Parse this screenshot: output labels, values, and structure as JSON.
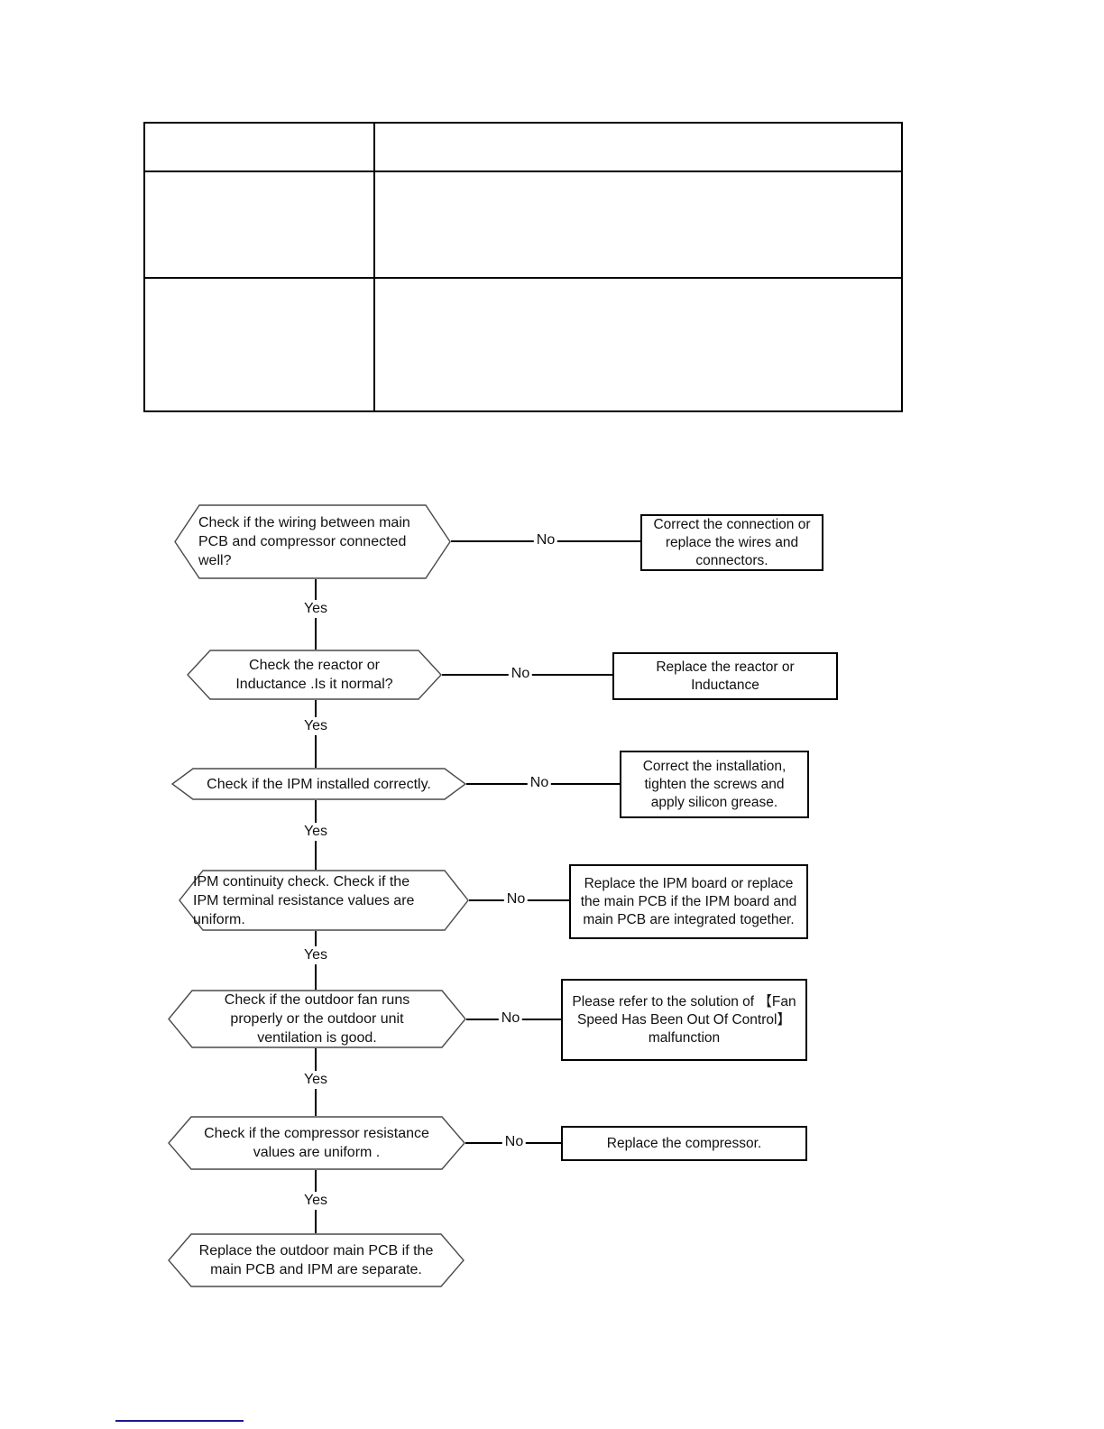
{
  "table": {
    "rows": [
      [
        "",
        ""
      ],
      [
        "",
        ""
      ],
      [
        "",
        ""
      ]
    ]
  },
  "flowchart": {
    "yes_label": "Yes",
    "no_label": "No",
    "line_color": "#000000",
    "footer_rule_color": "#1a1a8c",
    "steps": [
      {
        "question": "Check if the wiring between main\nPCB and compressor connected\nwell?",
        "no_action": "Correct the connection or\nreplace the wires and\nconnectors."
      },
      {
        "question": "Check the reactor or\nInductance .Is it normal?",
        "no_action": "Replace the reactor or\nInductance"
      },
      {
        "question": "Check if the IPM installed correctly.",
        "no_action": "Correct the installation,\ntighten the screws and\napply silicon grease."
      },
      {
        "question": "IPM continuity check. Check if the\nIPM terminal resistance values are\nuniform.",
        "no_action": "Replace the IPM board or replace\nthe main PCB if the IPM board and\nmain PCB are integrated together."
      },
      {
        "question": "Check if the outdoor fan runs\nproperly or the outdoor unit\nventilation is good.",
        "no_action": "Please refer to the solution of 【Fan\nSpeed Has Been Out Of Control】\nmalfunction"
      },
      {
        "question": "Check if the compressor resistance\nvalues are uniform .",
        "no_action": "Replace the compressor."
      }
    ],
    "final_step": "Replace the outdoor main PCB if the\nmain PCB and IPM are separate."
  }
}
